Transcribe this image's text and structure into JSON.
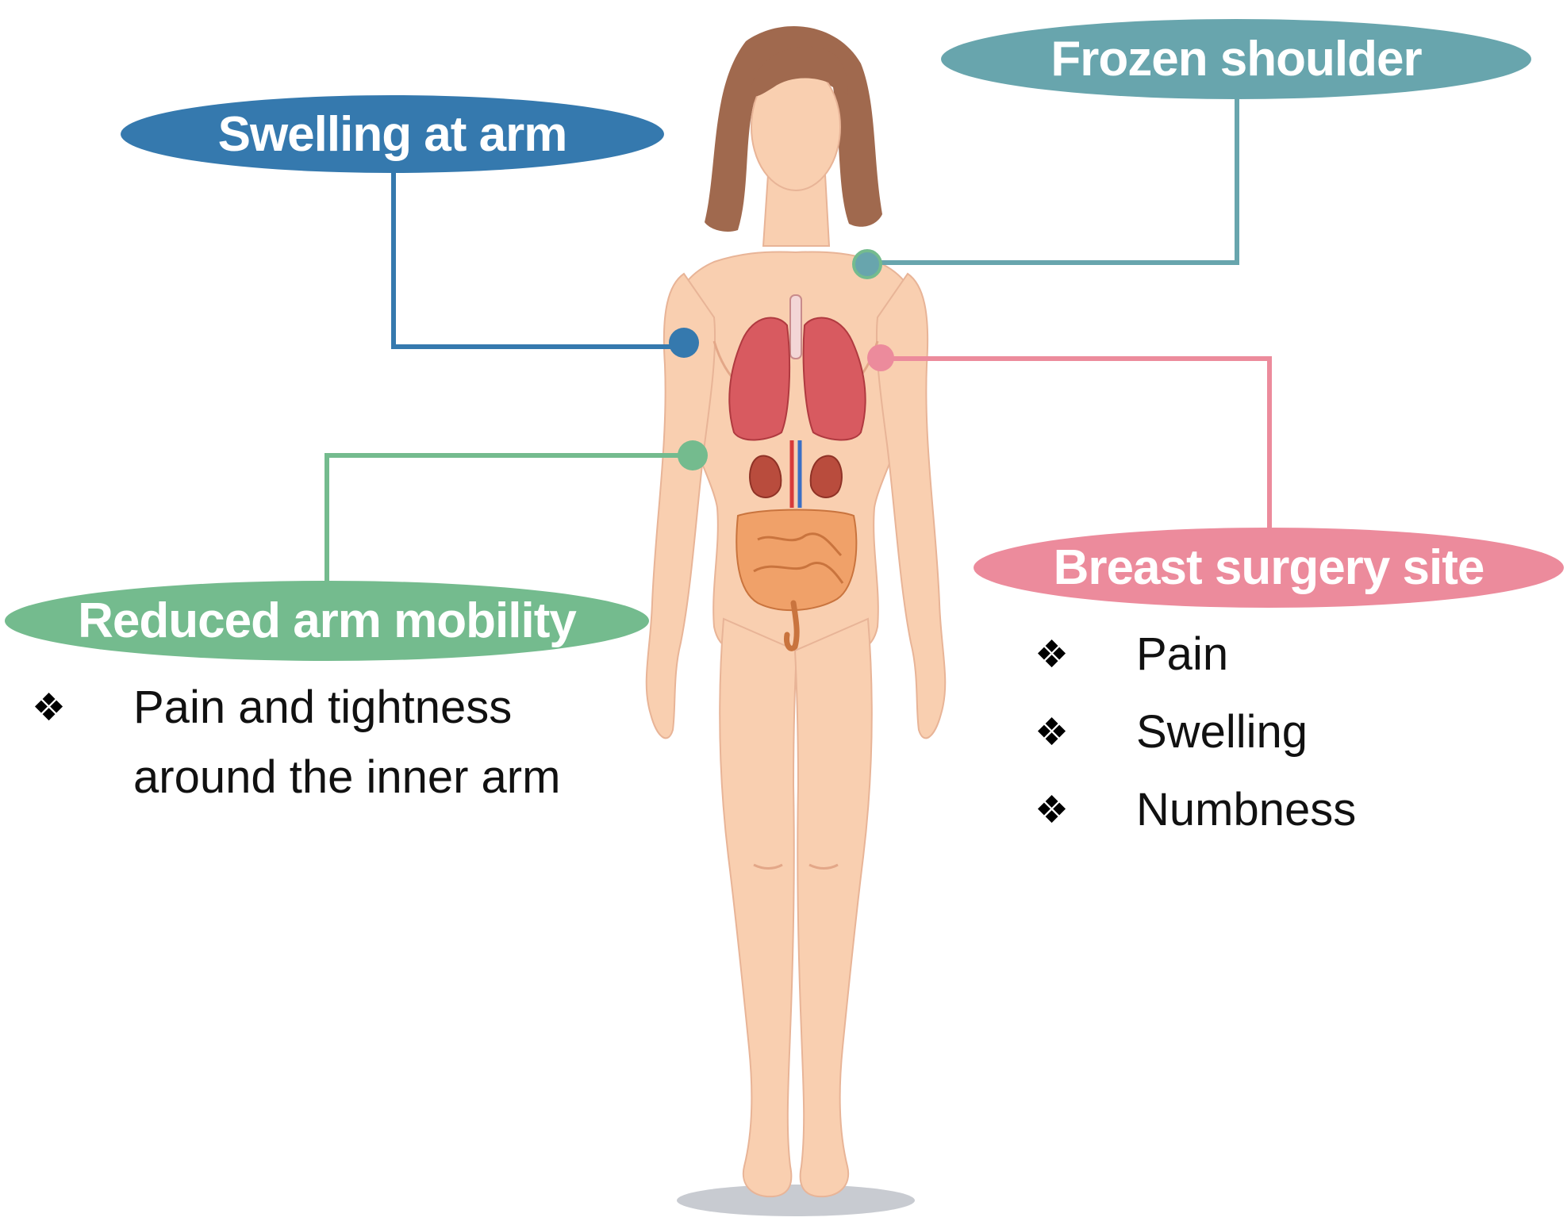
{
  "colors": {
    "swelling": "#3579ae",
    "frozen": "#68a5ad",
    "breast": "#ec8b9c",
    "reduced": "#74bb8e",
    "skin": "#f9cfb0",
    "hair": "#a0694e",
    "lung": "#d85a60",
    "intestine": "#f0a169",
    "kidney": "#b94c3d",
    "shadow": "#c8cbd1"
  },
  "labels": {
    "swelling_at_arm": "Swelling at arm",
    "frozen_shoulder": "Frozen shoulder",
    "breast_surgery_site": "Breast surgery site",
    "reduced_arm_mobility": "Reduced arm mobility"
  },
  "reduced_arm_mobility_items": [
    "Pain and tightness",
    "around the inner arm"
  ],
  "breast_surgery_items": [
    "Pain",
    "Swelling",
    "Numbness"
  ],
  "bullet_glyph": "❖",
  "icons": {
    "body": "female-body-illustration",
    "organs": [
      "lungs-icon",
      "kidneys-icon",
      "intestines-icon"
    ]
  }
}
